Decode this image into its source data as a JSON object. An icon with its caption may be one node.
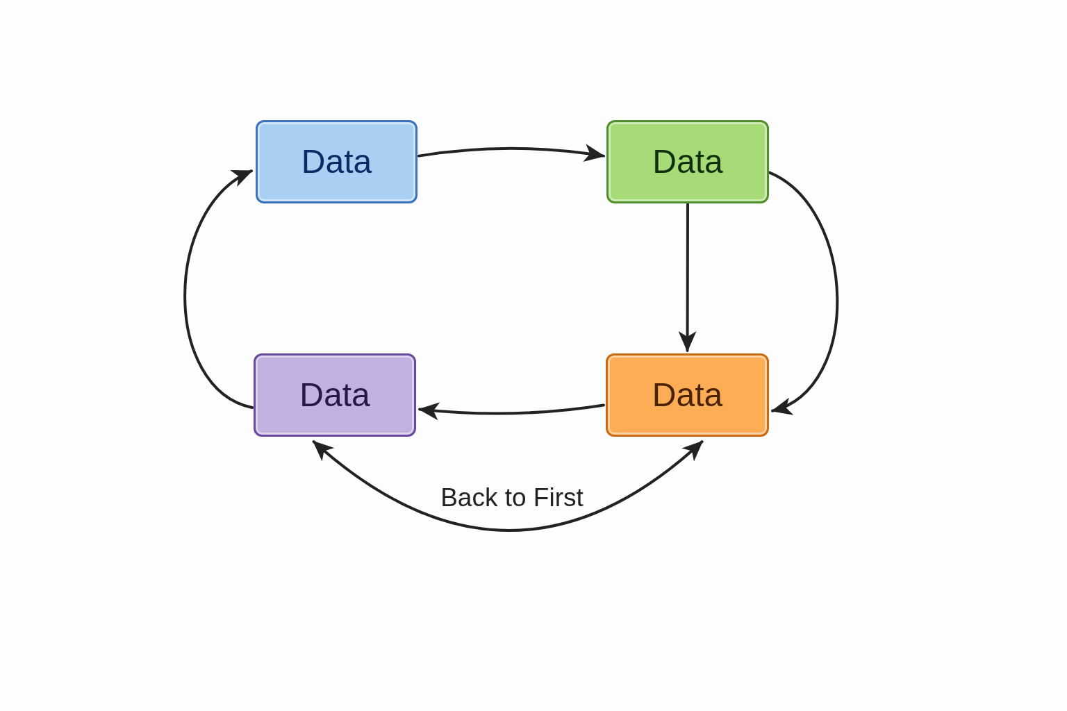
{
  "diagram": {
    "nodes": [
      {
        "text": [
          "Data"
        ]
      },
      {
        "text": [
          "Data"
        ]
      },
      {
        "text": [
          "Data"
        ]
      },
      {
        "text": [
          "Data"
        ]
      }
    ],
    "edges": [
      {
        "from": 0,
        "to": 1,
        "arrow": "to"
      },
      {
        "from": 1,
        "to": 3,
        "arrow": "to"
      },
      {
        "from": 1,
        "to": 3,
        "arrow": "to"
      },
      {
        "from": 3,
        "to": 2,
        "arrow": "to"
      },
      {
        "from": 2,
        "to": 0,
        "arrow": "to"
      },
      {
        "from": 2,
        "to": 3,
        "arrow": "both",
        "label": "Back to First"
      }
    ]
  }
}
